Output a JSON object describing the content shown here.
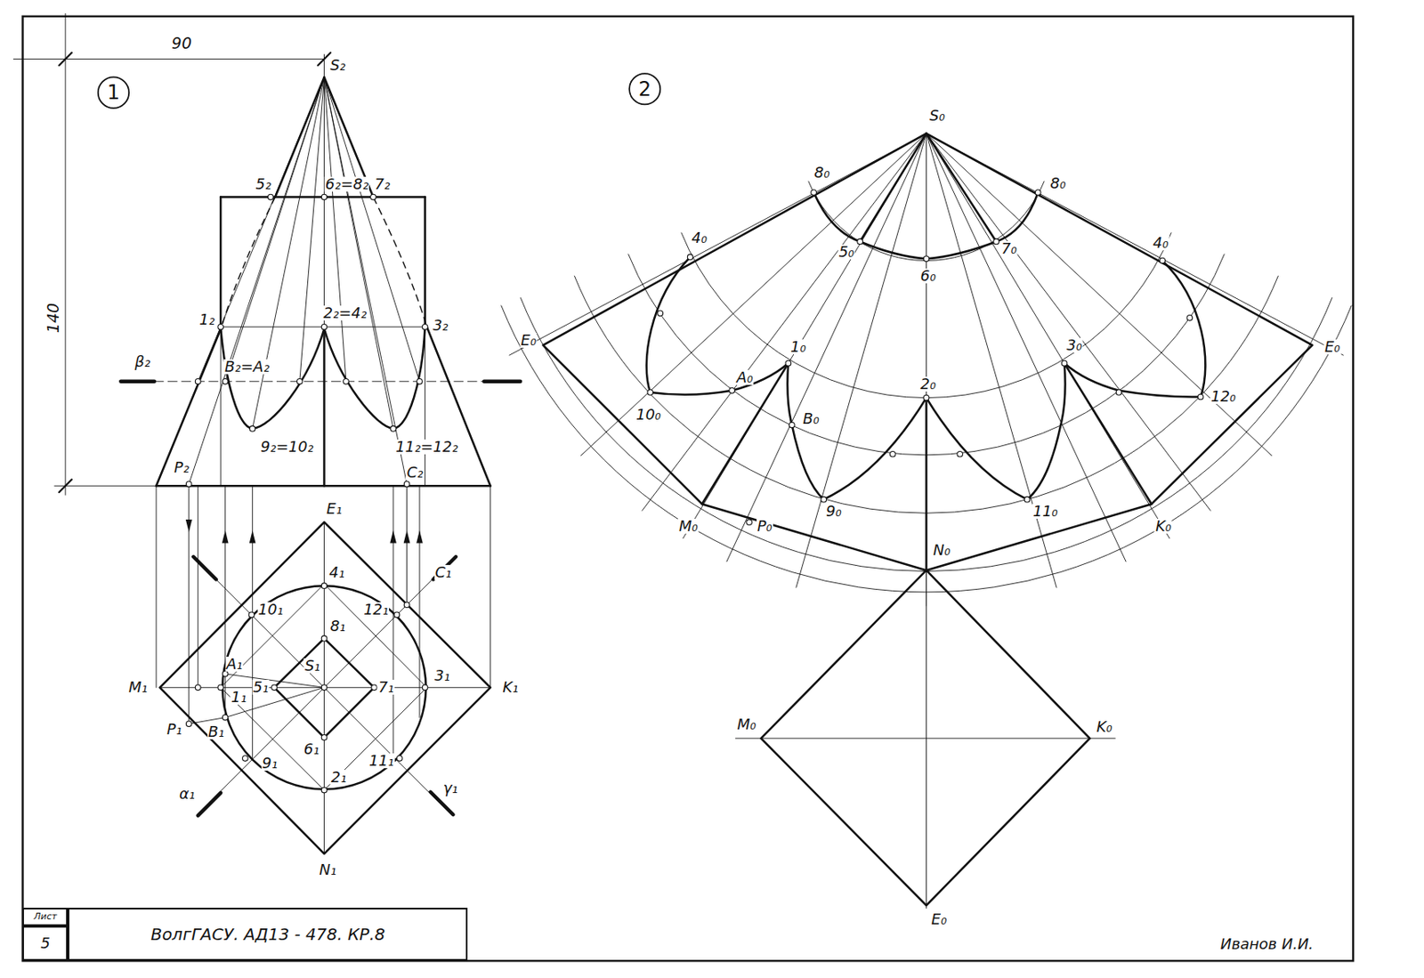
{
  "diagram": {
    "nodes": [
      {
        "text": [
          "Лист"
        ]
      },
      {
        "text": [
          "5"
        ]
      },
      {
        "text": [
          "ВолгГАСУ. АД13 - 478. КР.8"
        ]
      }
    ],
    "labels": [
      "90",
      "140",
      "S₂",
      "5₂",
      "6₂=8₂",
      "7₂",
      "1₂",
      "2₂=4₂",
      "3₂",
      "β₂",
      "B₂=A₂",
      "9₂=10₂",
      "11₂=12₂",
      "P₂",
      "C₂",
      "E₁",
      "4₁",
      "C₁",
      "10₁",
      "12₁",
      "8₁",
      "S₁",
      "M₁",
      "A₁",
      "5₁",
      "1₁",
      "7₁",
      "3₁",
      "K₁",
      "P₁",
      "B₁",
      "6₁",
      "9₁",
      "11₁",
      "2₁",
      "α₁",
      "γ₁",
      "N₁",
      "1",
      "2",
      "S₀",
      "8₀",
      "8₀",
      "4₀",
      "4₀",
      "5₀",
      "7₀",
      "6₀",
      "E₀",
      "E₀",
      "1₀",
      "3₀",
      "A₀",
      "2₀",
      "B₀",
      "10₀",
      "12₀",
      "9₀",
      "11₀",
      "M₀",
      "P₀",
      "K₀",
      "N₀",
      "M₀",
      "K₀",
      "E₀",
      "Иванов И.И."
    ]
  }
}
